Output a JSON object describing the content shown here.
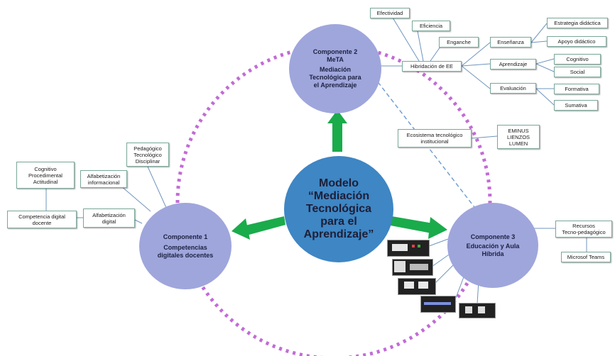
{
  "center": {
    "lines": [
      "Modelo",
      "“Mediación",
      "Tecnológica",
      "para el",
      "Aprendizaje”"
    ]
  },
  "component1": {
    "title": "Componente 1",
    "subtitle_lines": [
      "Competencias",
      "digitales docentes"
    ]
  },
  "component2": {
    "title_lines": [
      "Componente 2",
      "MeTA"
    ],
    "subtitle_lines": [
      "Mediación",
      "Tecnológica para",
      "el Aprendizaje"
    ]
  },
  "component3": {
    "title": "Componente 3",
    "subtitle_lines": [
      "Educación y Aula",
      "Híbrida"
    ]
  },
  "c2_nodes": {
    "efectividad": "Efectividad",
    "eficiencia": "Eficiencia",
    "enganche": "Enganche",
    "hibridacion": "Hibridación de EE",
    "ensenanza": "Enseñanza",
    "aprendizaje": "Aprendizaje",
    "evaluacion": "Evaluación",
    "estrategia": "Estrategia didáctica",
    "apoyo": "Apoyo didáctico",
    "cognitivo": "Cognitivo",
    "social": "Social",
    "formativa": "Formativa",
    "sumativa": "Sumativa",
    "ecosistema_lines": [
      "Ecosistema tecnológico",
      "institucional"
    ],
    "plataformas_lines": [
      "EMINUS",
      "LIENZOS",
      "LUMEN"
    ]
  },
  "c1_nodes": {
    "pedagogico_lines": [
      "Pedagógico",
      "Tecnológico",
      "Disciplinar"
    ],
    "alfa_info_lines": [
      "Alfabetización",
      "informacional"
    ],
    "cognitivo_lines": [
      "Cognitivo",
      "Procedimental",
      "Actitudinal"
    ],
    "competencia_lines": [
      "Competencia digital",
      "docente"
    ],
    "alfa_digital_lines": [
      "Alfabetización",
      "digital"
    ]
  },
  "c3_nodes": {
    "recursos_lines": [
      "Recursos",
      "Tecno-pedagógico"
    ],
    "teams": "Microsof Teams"
  },
  "colors": {
    "dotted_ring": "#c26bd6",
    "arrow": "#1aab4b",
    "connector": "#6f94bd",
    "dashed": "#6b9bd0",
    "small_circle": "#9fa6dc",
    "center_circle": "#3e86c4"
  }
}
